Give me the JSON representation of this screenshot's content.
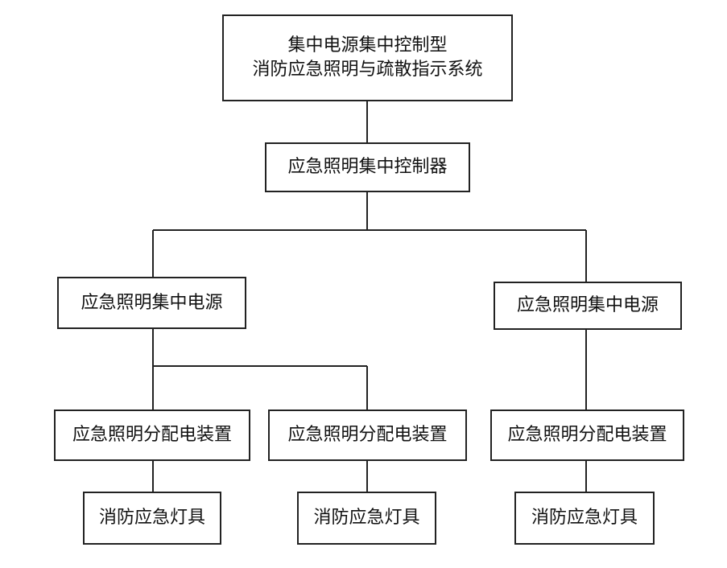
{
  "diagram": {
    "root": {
      "line1": "集中电源集中控制型",
      "line2": "消防应急照明与疏散指示系统"
    },
    "controller": "应急照明集中控制器",
    "power_supplies": [
      "应急照明集中电源",
      "应急照明集中电源"
    ],
    "distribution_devices": [
      "应急照明分配电装置",
      "应急照明分配电装置",
      "应急照明分配电装置"
    ],
    "fixtures": [
      "消防应急灯具",
      "消防应急灯具",
      "消防应急灯具"
    ]
  }
}
